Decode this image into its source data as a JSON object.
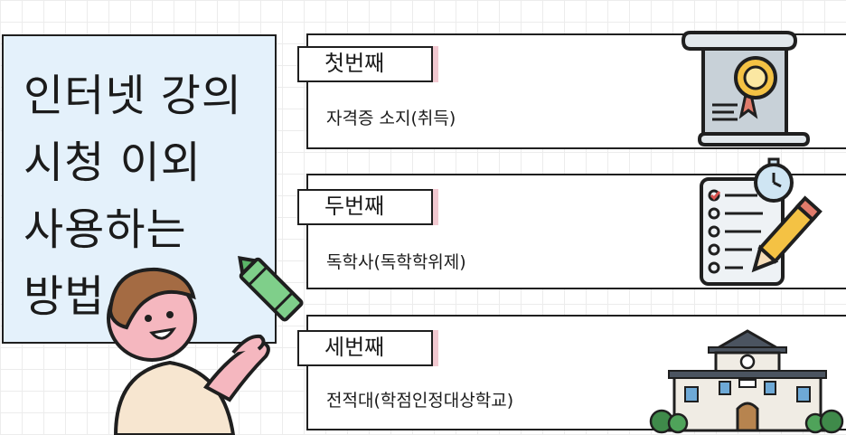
{
  "title": {
    "lines": [
      "인터넷 강의",
      "시청 이외",
      "사용하는",
      "방법"
    ]
  },
  "items": [
    {
      "label": "첫번째",
      "desc": "자격증 소지(취득)",
      "icon": "certificate-icon"
    },
    {
      "label": "두번째",
      "desc": "독학사(독학학위제)",
      "icon": "checklist-pencil-icon"
    },
    {
      "label": "세번째",
      "desc": "전적대(학점인정대상학교)",
      "icon": "school-building-icon"
    }
  ],
  "colors": {
    "title_card_bg": "#e4f1fb",
    "label_shadow": "#f2c9d1",
    "outline": "#1f1f1f"
  }
}
